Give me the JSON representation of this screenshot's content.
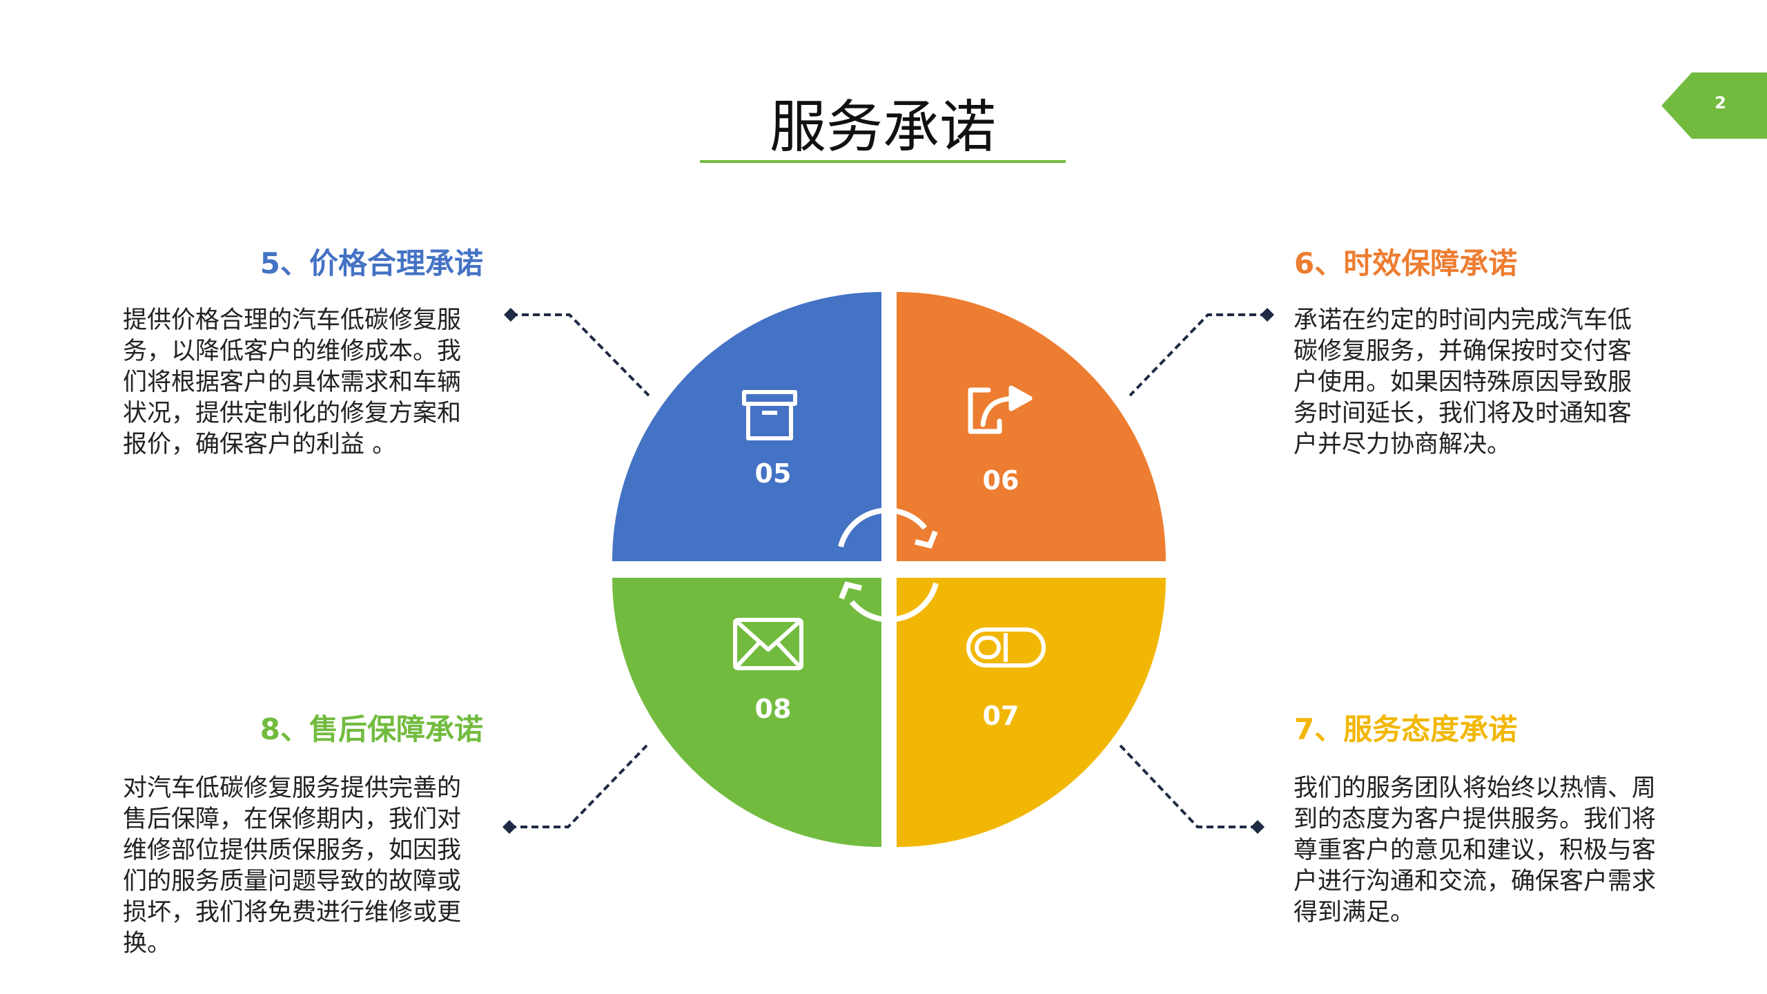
{
  "title": "服务承诺",
  "page_number": "2",
  "colors": {
    "blue": "#4472c4",
    "orange": "#ed7d31",
    "yellow": "#f2b705",
    "green": "#72bb3f",
    "accent_green": "#72bb3f",
    "connector": "#1f2a44"
  },
  "quadrants": [
    {
      "number": "05",
      "icon": "archive-box-icon",
      "color": "#4472c4"
    },
    {
      "number": "06",
      "icon": "share-icon",
      "color": "#ed7d31"
    },
    {
      "number": "07",
      "icon": "pill-icon",
      "color": "#f2b705"
    },
    {
      "number": "08",
      "icon": "envelope-icon",
      "color": "#72bb3f"
    }
  ],
  "center_icon": "refresh-cycle-icon",
  "promises": {
    "p5": {
      "heading": "5、价格合理承诺",
      "color": "#4472c4",
      "lines": [
        "提供价格合理的汽车低碳修复服",
        "务，以降低客户的维修成本。我",
        "们将根据客户的具体需求和车辆",
        "状况，提供定制化的修复方案和",
        "报价，确保客户的利益 。"
      ]
    },
    "p6": {
      "heading": "6、时效保障承诺",
      "color": "#ed7d31",
      "lines": [
        "承诺在约定的时间内完成汽车低",
        "碳修复服务，并确保按时交付客",
        "户使用。如果因特殊原因导致服",
        "务时间延长，我们将及时通知客",
        "户并尽力协商解决。"
      ]
    },
    "p7": {
      "heading": "7、服务态度承诺",
      "color": "#f2b705",
      "lines": [
        "我们的服务团队将始终以热情、周",
        "到的态度为客户提供服务。我们将",
        "尊重客户的意见和建议，积极与客",
        "户进行沟通和交流，确保客户需求",
        "得到满足。"
      ]
    },
    "p8": {
      "heading": "8、售后保障承诺",
      "color": "#72bb3f",
      "lines": [
        "对汽车低碳修复服务提供完善的",
        "售后保障，在保修期内，我们对",
        "维修部位提供质保服务，如因我",
        "们的服务质量问题导致的故障或",
        "损坏，我们将免费进行维修或更",
        "换。"
      ]
    }
  }
}
